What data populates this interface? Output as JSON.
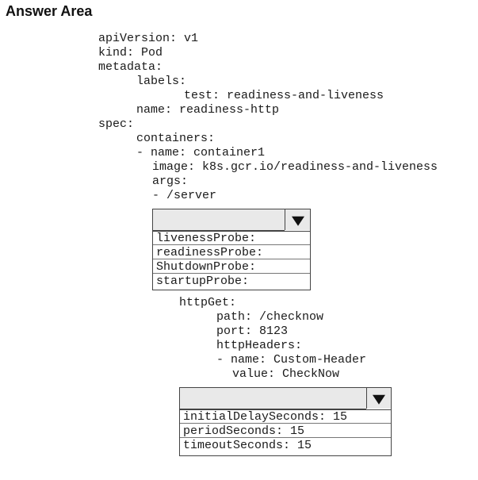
{
  "title": "Answer Area",
  "code_lines": [
    "apiVersion: v1",
    "kind: Pod",
    "metadata:",
    "labels:",
    "test: readiness-and-liveness",
    "name: readiness-http",
    "spec:",
    "containers:",
    "- name: container1",
    "image: k8s.gcr.io/readiness-and-liveness",
    "args:",
    "- /server",
    "httpGet:",
    "path: /checknow",
    "port: 8123",
    "httpHeaders:",
    "- name: Custom-Header",
    "value: CheckNow"
  ],
  "dropdown1": {
    "selected": "",
    "options": [
      "livenessProbe:",
      "readinessProbe:",
      "ShutdownProbe:",
      "startupProbe:"
    ]
  },
  "dropdown2": {
    "selected": "",
    "options": [
      "initialDelaySeconds: 15",
      "periodSeconds: 15",
      "timeoutSeconds: 15"
    ]
  }
}
